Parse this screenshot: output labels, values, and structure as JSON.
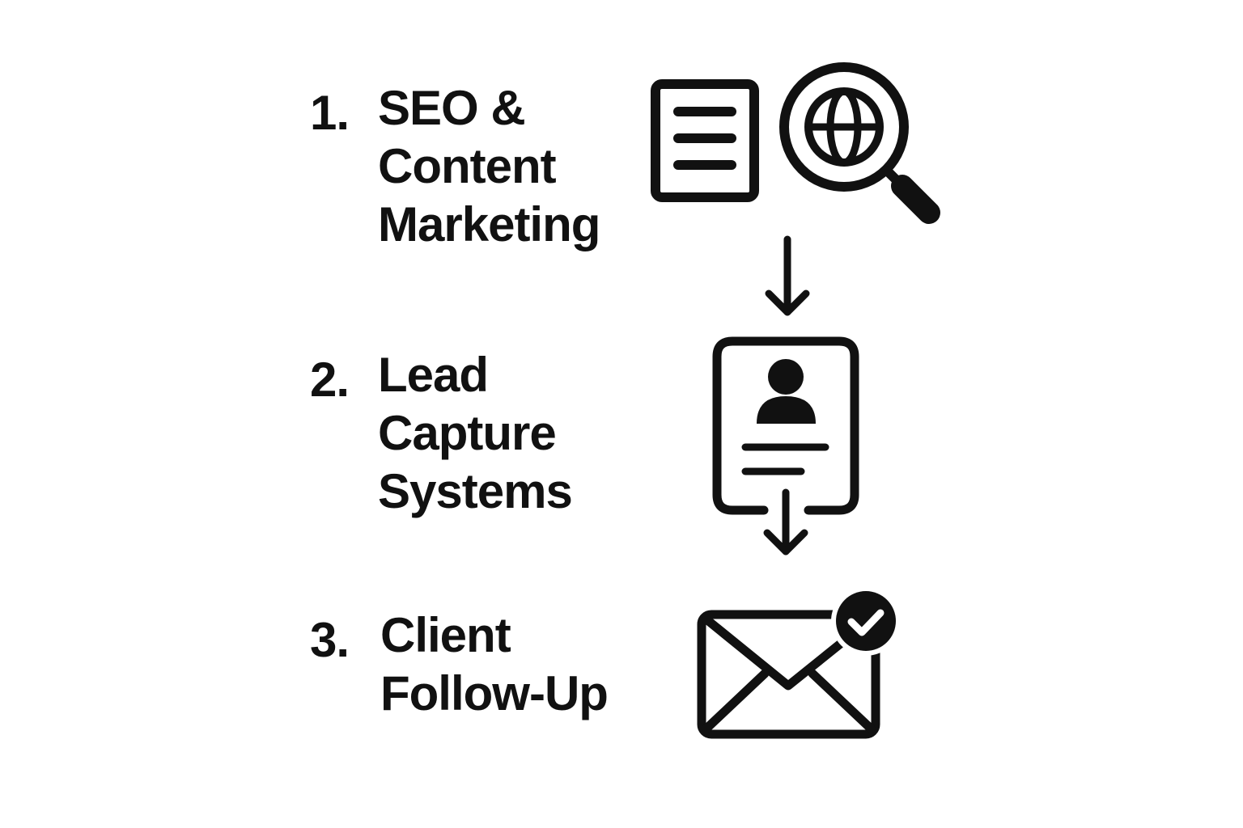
{
  "steps": [
    {
      "number": "1.",
      "title_lines": [
        "SEO &",
        "Content",
        "Marketing"
      ],
      "icons": [
        "document-icon",
        "globe-search-icon"
      ]
    },
    {
      "number": "2.",
      "title_lines": [
        "Lead",
        "Capture",
        "Systems"
      ],
      "icons": [
        "lead-form-icon"
      ]
    },
    {
      "number": "3.",
      "title_lines": [
        "Client",
        "Follow-Up"
      ],
      "icons": [
        "email-check-icon"
      ]
    }
  ],
  "colors": {
    "ink": "#111111",
    "background": "#ffffff"
  }
}
